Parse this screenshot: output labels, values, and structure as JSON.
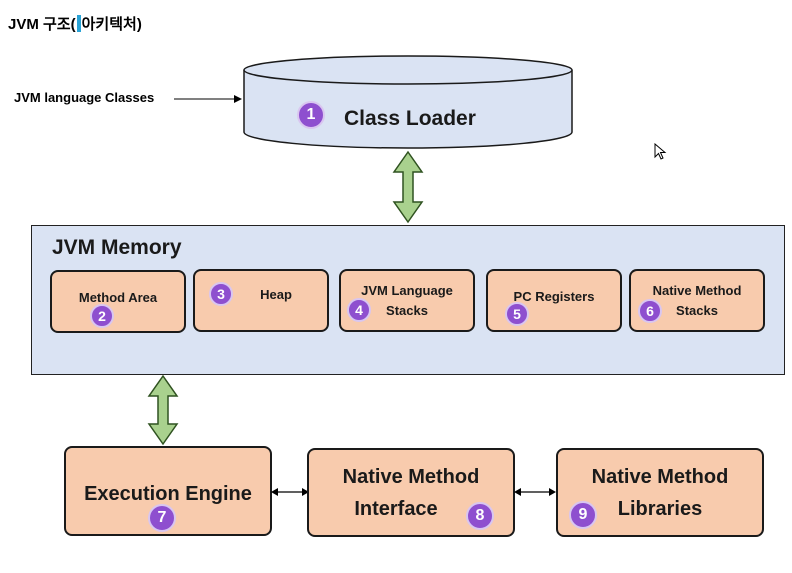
{
  "title": {
    "before": "JVM 구조",
    "after": "아키텍처)",
    "paren": "("
  },
  "input_label": "JVM language Classes",
  "class_loader": {
    "label": "Class Loader",
    "badge": "1"
  },
  "memory": {
    "title": "JVM Memory",
    "areas": [
      {
        "label_lines": [
          "Method Area"
        ],
        "badge": "2"
      },
      {
        "label_lines": [
          "Heap"
        ],
        "badge": "3"
      },
      {
        "label_lines": [
          "JVM Language",
          "Stacks"
        ],
        "badge": "4"
      },
      {
        "label_lines": [
          "PC Registers"
        ],
        "badge": "5"
      },
      {
        "label_lines": [
          "Native Method",
          "Stacks"
        ],
        "badge": "6"
      }
    ]
  },
  "execution_engine": {
    "label": "Execution Engine",
    "badge": "7"
  },
  "native_interface": {
    "line1": "Native Method",
    "line2": "Interface",
    "badge": "8"
  },
  "native_libraries": {
    "line1": "Native Method",
    "line2": "Libraries",
    "badge": "9"
  },
  "colors": {
    "box_fill": "#f8cbad",
    "panel_fill": "#dae3f3",
    "badge_fill": "#8e4fcf",
    "arrow_fill": "#a9d18e",
    "arrow_stroke": "#2f5220"
  },
  "icons": [
    "mouse-cursor-icon",
    "double-arrow-icon",
    "arrow-icon"
  ]
}
